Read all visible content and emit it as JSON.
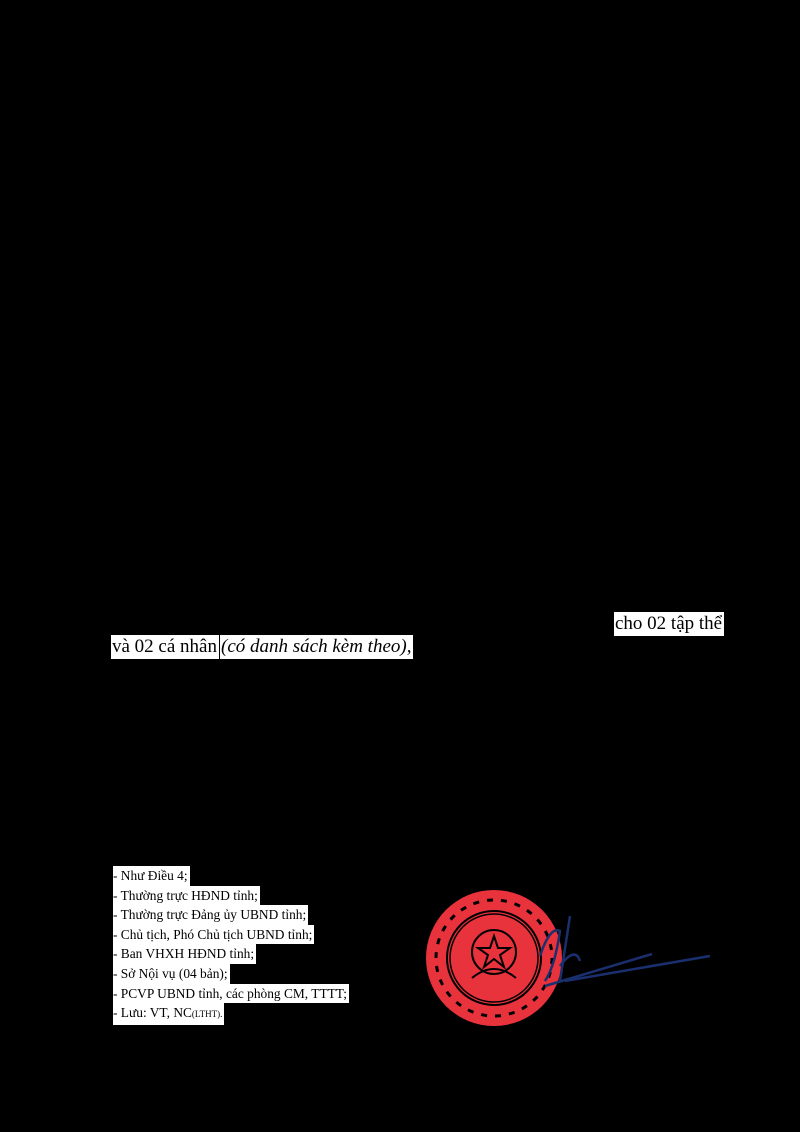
{
  "body_text": {
    "line1_fragment": "cho 02 tập thể",
    "line2_a": "và 02 cá nhân",
    "line2_b": "(có danh sách kèm theo),"
  },
  "recipients": [
    "- Như Điều 4;",
    "- Thường trực HĐND tỉnh;",
    "- Thường trực Đảng ủy UBND tỉnh;",
    "- Chủ tịch, Phó Chủ tịch UBND tỉnh;",
    "- Ban VHXH HĐND tỉnh;",
    "- Sở Nội vụ (04 bản);",
    "- PCVP UBND tỉnh, các phòng CM, TTTT;"
  ],
  "last_recipient": {
    "main": "- Lưu: VT, NC",
    "suffix": "(LTHT)."
  },
  "colors": {
    "seal": "#e8323c",
    "signature": "#1a2f6e"
  }
}
